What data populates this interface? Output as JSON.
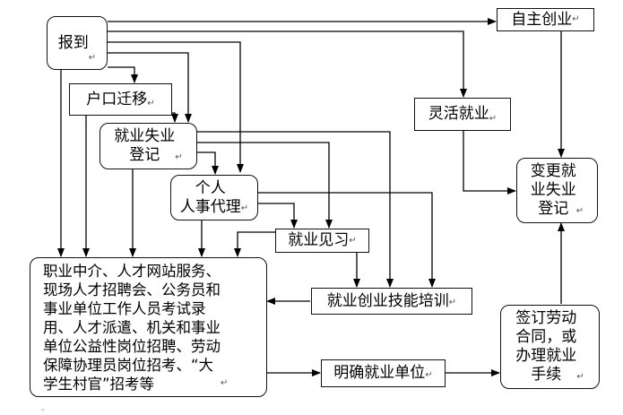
{
  "nodes": {
    "baodao": "报到",
    "hukou": "户口迁移",
    "jiuye_shiye": "就业失业\n登记",
    "geren": "个人\n人事代理",
    "jianxi": "就业见习",
    "zhiye": "职业中介、人才网站服务、\n现场人才招聘会、公务员和\n事业单位工作人员考试录\n用、人才派遣、机关和事业\n单位公益性岗位招聘、劳动\n保障协理员岗位招考、“大\n学生村官”招考等",
    "peixun": "就业创业技能培训",
    "mingque": "明确就业单位",
    "zizhu": "自主创业",
    "linghuo": "灵活就业",
    "biangeng": "变更就\n业失业\n登记",
    "qianding": "签订劳动\n合同，或\n办理就业\n手续"
  },
  "paragraph_mark": "↵",
  "corner_mark": "-",
  "colors": {
    "line": "#000000",
    "border": "#111111"
  }
}
